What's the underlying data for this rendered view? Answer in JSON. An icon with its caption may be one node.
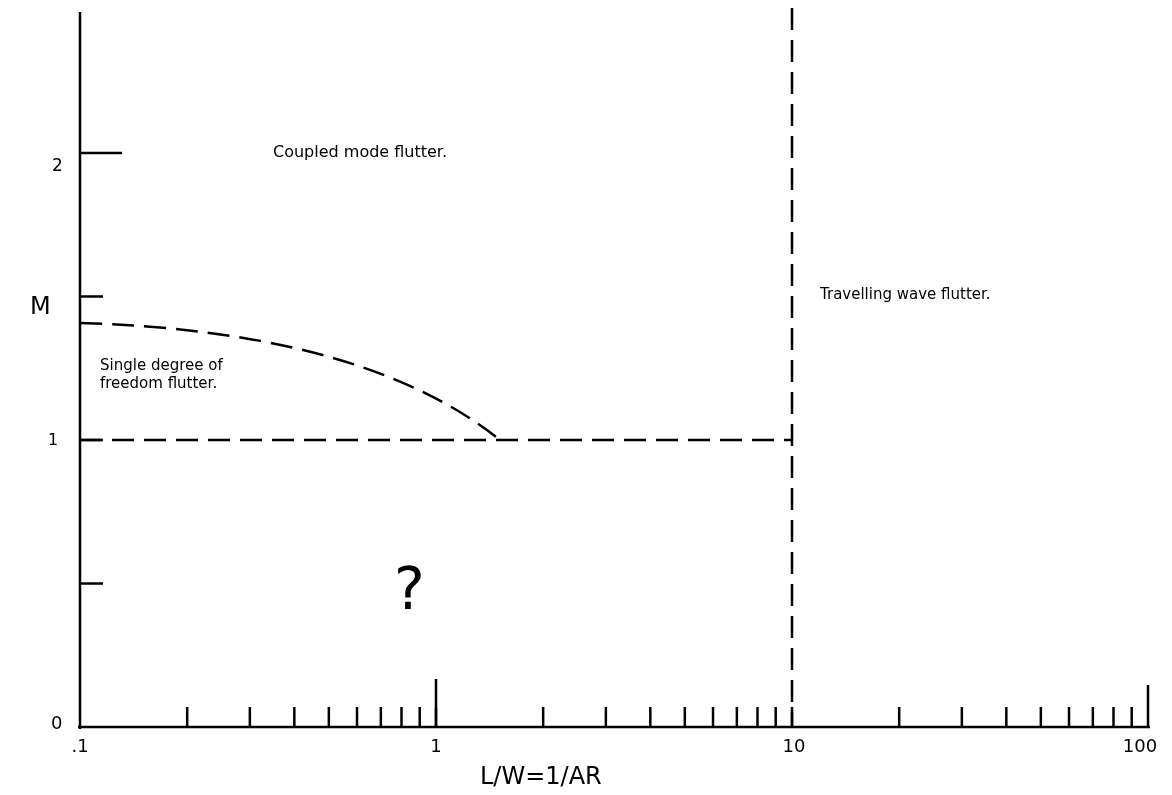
{
  "diagram": {
    "labels": [
      "Coupled mode flutter.",
      "2",
      "Travelling wave flutter.",
      "M",
      "Single degree of freedom flutter.",
      "1",
      "?",
      "0",
      ".1",
      "1",
      "10",
      "100",
      "L/W=1/AR"
    ]
  }
}
